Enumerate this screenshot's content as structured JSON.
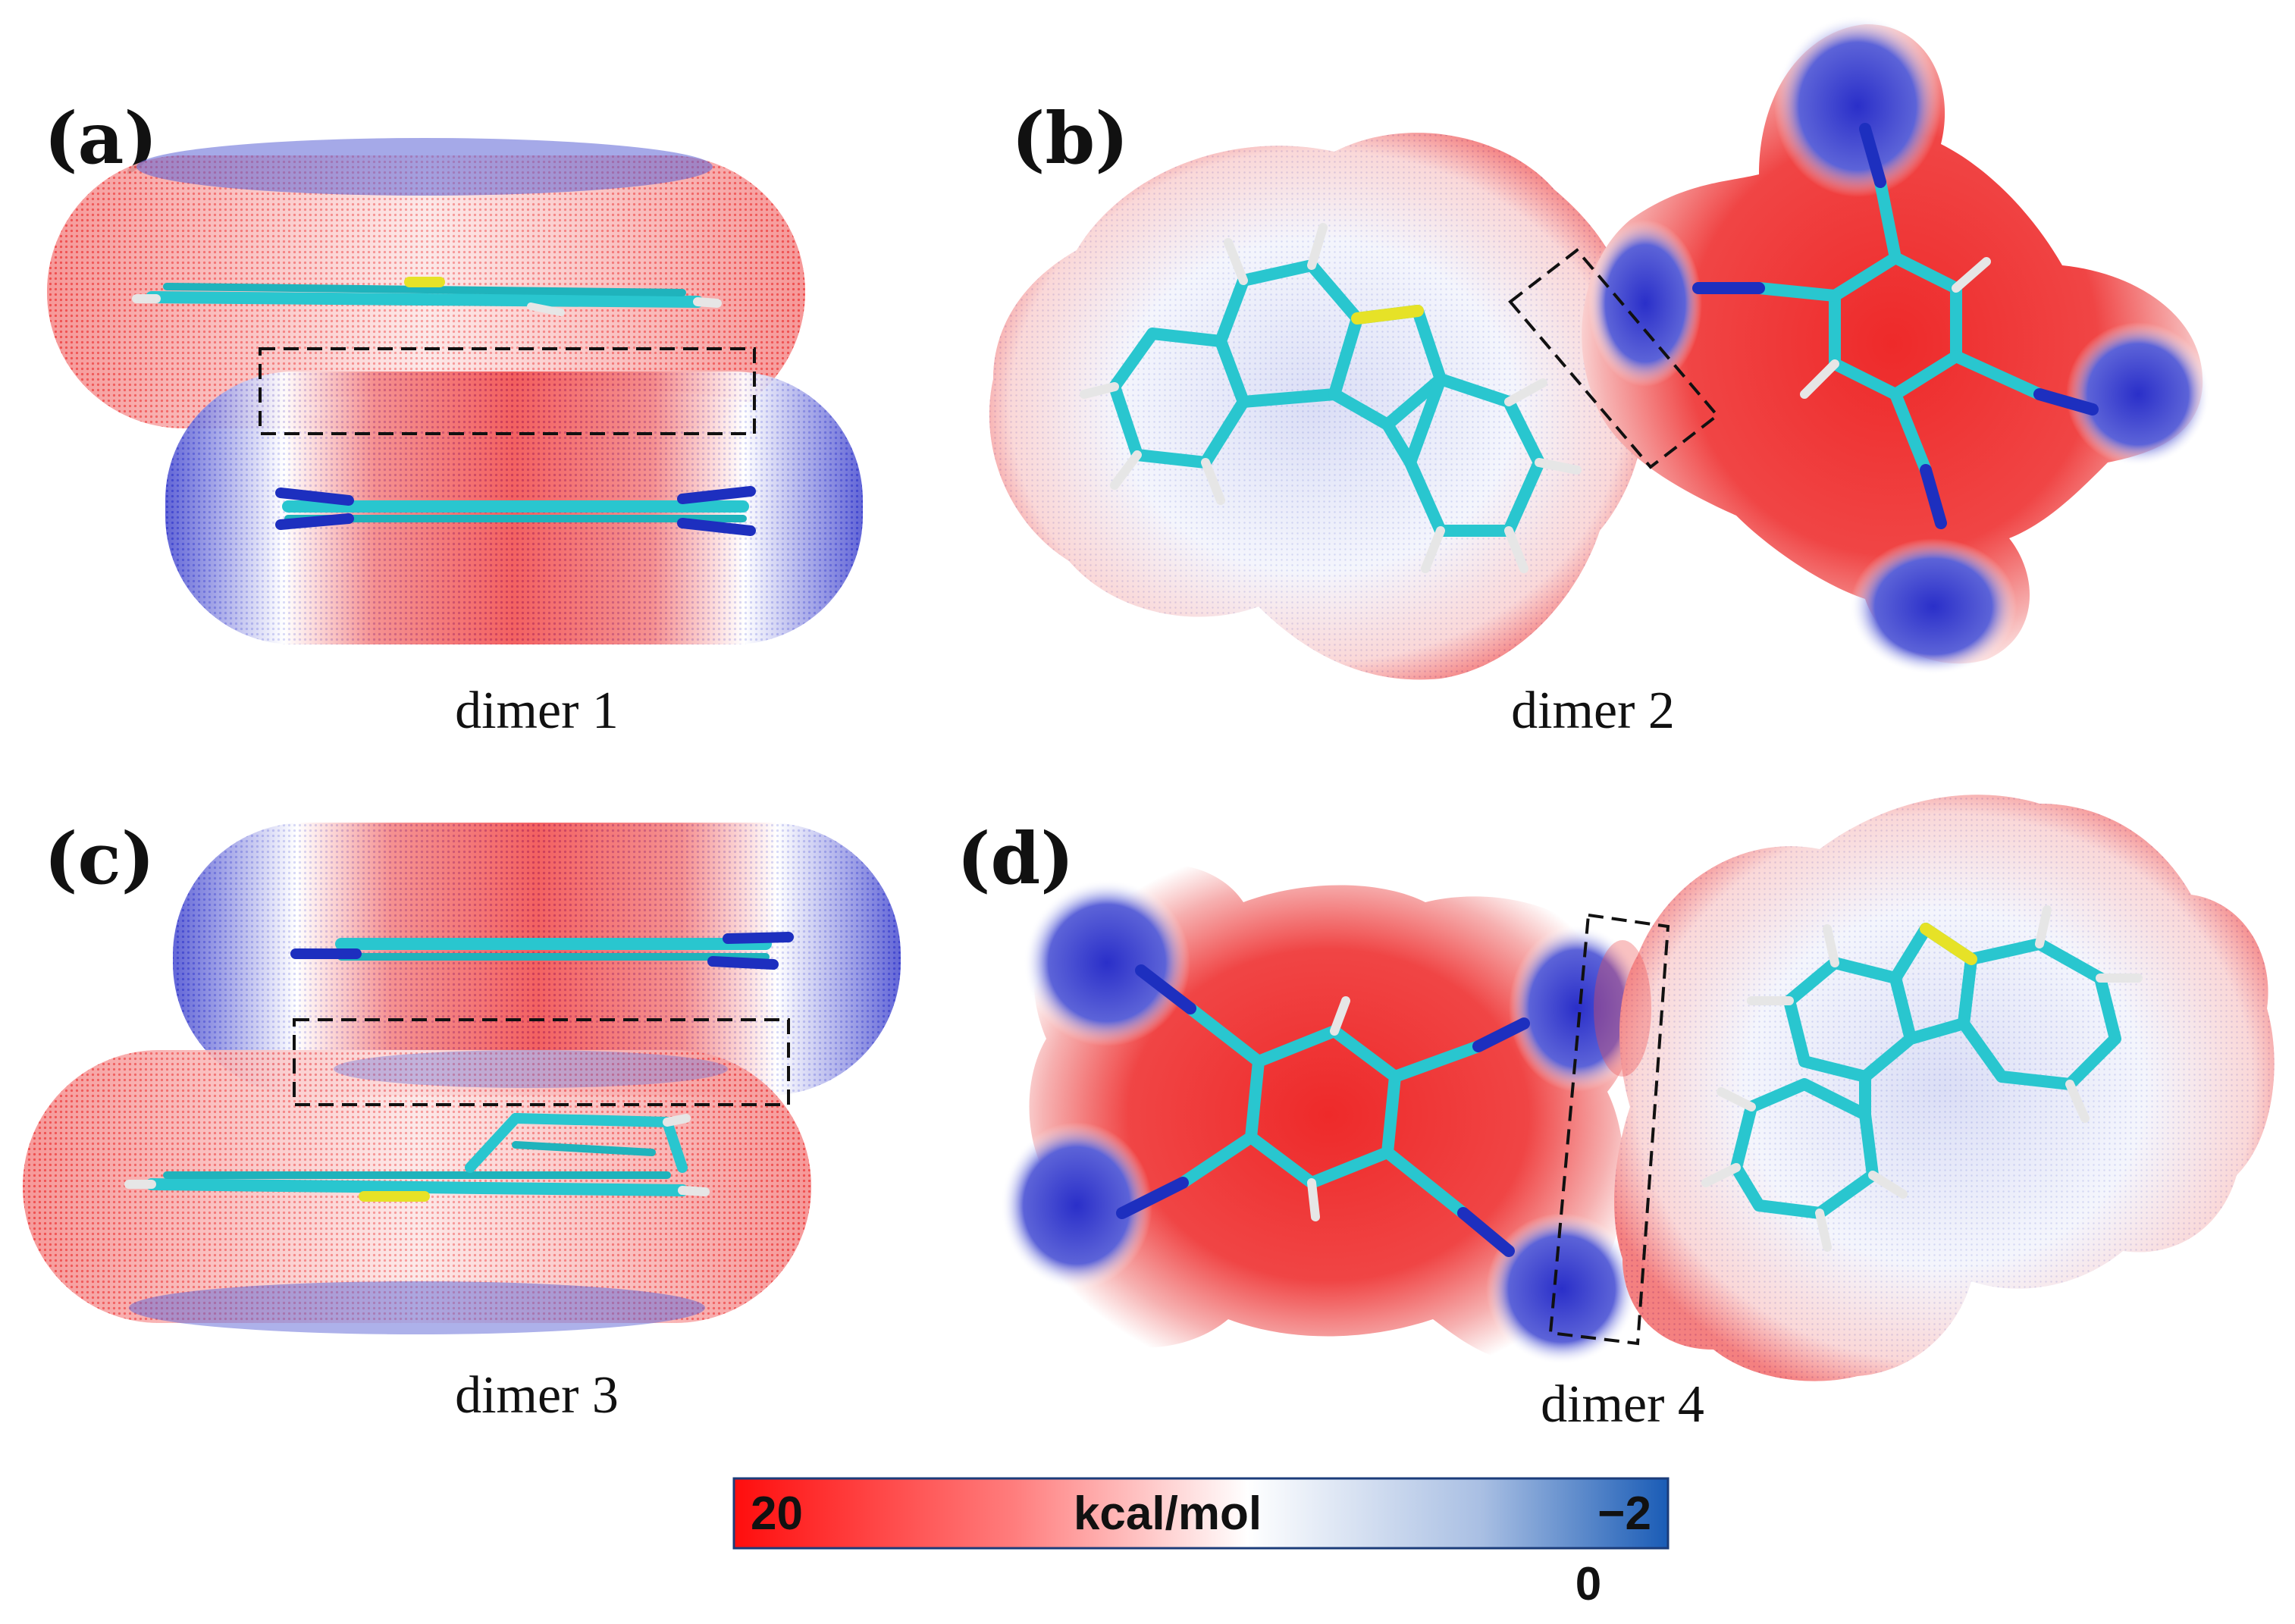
{
  "panels": [
    {
      "id": "a",
      "letter": "(a)",
      "dimer": "dimer 1"
    },
    {
      "id": "b",
      "letter": "(b)",
      "dimer": "dimer 2"
    },
    {
      "id": "c",
      "letter": "(c)",
      "dimer": "dimer 3"
    },
    {
      "id": "d",
      "letter": "(d)",
      "dimer": "dimer 4"
    }
  ],
  "colorbar": {
    "max_label": "20",
    "unit_label": "kcal/mol",
    "min_label": "−2",
    "zero_label": "0",
    "colors": {
      "positive": "#ff1a1a",
      "neutral": "#ffffff",
      "negative": "#1e5fb4"
    }
  },
  "colors": {
    "carbon": "#29c6cf",
    "hydrogen": "#e6e6e6",
    "nitrogen": "#1d2fbf",
    "sulfur": "#e6e227",
    "esp_positive": "#ee2a2a",
    "esp_negative": "#2a33cf"
  }
}
